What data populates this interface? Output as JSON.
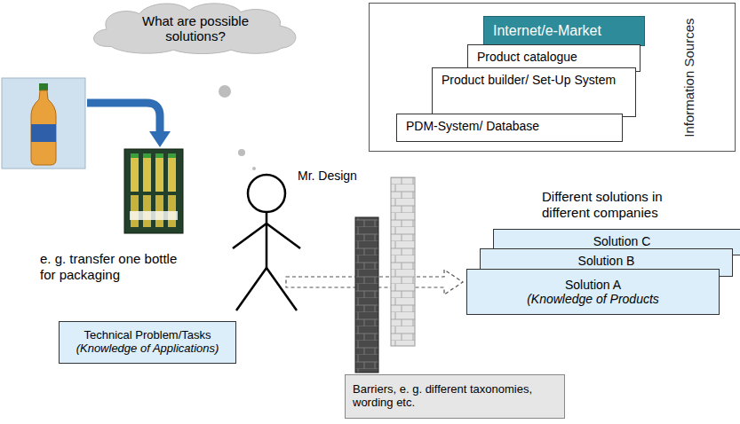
{
  "diagram": {
    "nodes": [
      {
        "text": [
          "What are possible solutions?"
        ]
      },
      {
        "text": [
          "Information Sources"
        ]
      },
      {
        "text": [
          "Internet/e-Market"
        ],
        "in": 1
      },
      {
        "text": [
          "Product catalogue"
        ],
        "in": 1
      },
      {
        "text": [
          "Product builder/ Set-Up System"
        ],
        "in": 1
      },
      {
        "text": [
          "PDM-System/ Database"
        ],
        "in": 1
      },
      {
        "text": [
          "Solution C"
        ]
      },
      {
        "text": [
          "Solution B"
        ]
      },
      {
        "text": [
          "Solution A",
          "(Knowledge of Products"
        ]
      },
      {
        "text": [
          "Technical Problem/Tasks",
          "(Knowledge of Applications)"
        ]
      },
      {
        "text": [
          "Barriers, e. g. different taxonomies, wording etc."
        ]
      }
    ],
    "labels": [
      "e. g. transfer one bottle for packaging",
      "Mr. Design",
      "Different solutions in different companies"
    ]
  }
}
